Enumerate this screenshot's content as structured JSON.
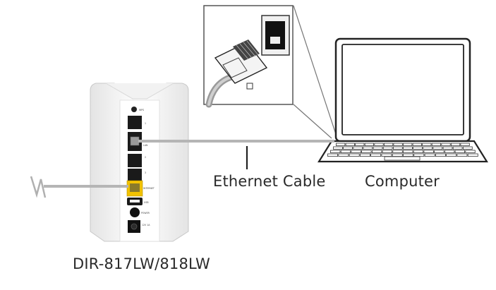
{
  "labels": {
    "ethernet_cable": "Ethernet Cable",
    "computer": "Computer",
    "model": "DIR-817LW/818LW"
  },
  "router_port_labels": {
    "wps": "WPS",
    "lan": "LAN",
    "port1": "1",
    "port2": "2",
    "port3": "3",
    "internet": "INTERNET",
    "usb": "USB",
    "power": "POWER",
    "dc": "12V 1A"
  },
  "colors": {
    "cable": "#b5b5b5",
    "port_highlight": "#f2c200",
    "outline": "#1a1a1a",
    "router_body": "#f7f7f7"
  }
}
